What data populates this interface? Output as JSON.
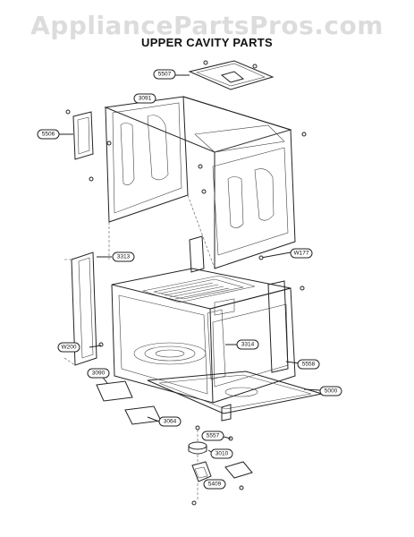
{
  "watermark": "AppliancePartsPros.com",
  "title": "UPPER CAVITY PARTS",
  "callouts": {
    "c5507": "5507",
    "c3091": "3091",
    "c5506": "5506",
    "c3313": "3313",
    "cW177": "W177",
    "cW200": "W200",
    "c3314": "3314",
    "c5558": "5558",
    "c3090": "3090",
    "c5000": "5000",
    "c3064": "3064",
    "c5557": "5557",
    "c3010": "3010",
    "c5409": "5409"
  }
}
